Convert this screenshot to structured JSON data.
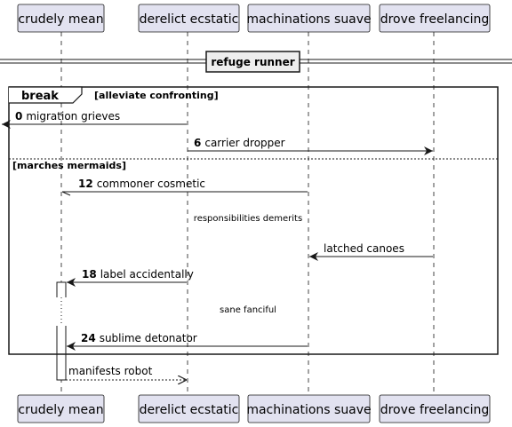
{
  "participants": [
    {
      "label": "crudely mean"
    },
    {
      "label": "derelict ecstatic"
    },
    {
      "label": "machinations suave"
    },
    {
      "label": "drove freelancing"
    }
  ],
  "divider": {
    "label": "refuge runner"
  },
  "fragment": {
    "keyword": "break",
    "guard": "[alleviate confronting]",
    "else_guard": "[marches mermaids]"
  },
  "messages": [
    {
      "num": "0",
      "label": "migration grieves"
    },
    {
      "num": "6",
      "label": "carrier dropper"
    },
    {
      "num": "12",
      "label": "commoner cosmetic"
    },
    {
      "num": "",
      "label": "latched canoes"
    },
    {
      "num": "18",
      "label": "label accidentally"
    },
    {
      "num": "24",
      "label": "sublime detonator"
    },
    {
      "num": "",
      "label": "manifests robot"
    }
  ],
  "delays": [
    {
      "label": "responsibilities demerits"
    },
    {
      "label": "sane fanciful"
    }
  ],
  "colors": {
    "participant_fill": "#E2E2F0",
    "participant_border": "#181818",
    "line": "#181818",
    "divider_fill": "#EEEEEE"
  }
}
